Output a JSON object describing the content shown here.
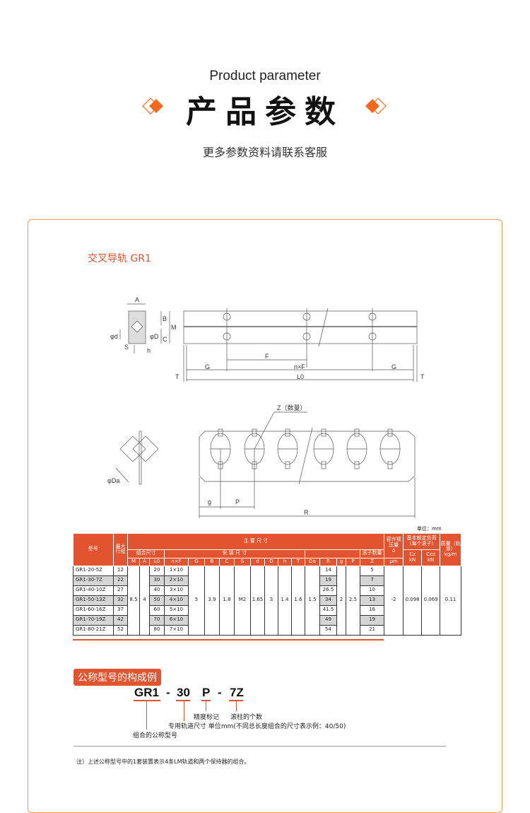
{
  "header": {
    "title_en": "Product parameter",
    "title_cn": "产品参数",
    "subtitle": "更多参数资料请联系客服"
  },
  "colors": {
    "accent": "#e2532f",
    "frame": "#f39a4e",
    "diamond": "#f26b1d"
  },
  "section": {
    "title": "交叉导轨 GR1"
  },
  "drawing1": {
    "labels": [
      "A",
      "B",
      "M",
      "C",
      "φd",
      "φD",
      "S",
      "h",
      "F",
      "G",
      "n×F",
      "G",
      "T",
      "L0",
      "T"
    ]
  },
  "drawing2": {
    "labels": {
      "z": "Z（数量）",
      "da": "φDa",
      "g": "g",
      "p": "P",
      "r": "R"
    }
  },
  "table": {
    "unit": "单位：mm",
    "headers": {
      "model": "型号",
      "stroke": "最大行程",
      "main": "主  要  尺  寸",
      "preload": "容许预压量",
      "preload_sym": "δ",
      "preload_unit": "μm",
      "load": "基本额定负荷（每个滚子）",
      "cz": "Cz",
      "coz": "Coz",
      "kn": "kN",
      "mass": "质量（轨道）",
      "mass_unit": "kg/m",
      "combo": "组合尺寸",
      "install": "安  装  尺  寸",
      "rollers": "滚子数量",
      "z": "Z",
      "cols": [
        "M",
        "A",
        "L0",
        "n×F",
        "G",
        "B",
        "C",
        "S",
        "d",
        "D",
        "h",
        "T",
        "Da",
        "R",
        "g",
        "P"
      ]
    },
    "shared": {
      "M": "8.5",
      "A": "4",
      "G": "5",
      "B": "3.9",
      "C": "1.8",
      "S": "M2",
      "d": "1.65",
      "D": "3",
      "h": "1.4",
      "T": "1.6",
      "Da": "1.5",
      "g": "2",
      "P": "2.5",
      "delta": "-2",
      "Cz": "0.098",
      "Coz": "0.069",
      "mass": "0.11"
    },
    "rows": [
      {
        "model": "GR1-20-5Z",
        "stroke": "12",
        "L0": "20",
        "nF": "1×10",
        "R": "14",
        "Z": "5"
      },
      {
        "model": "GR1-30-7Z",
        "stroke": "22",
        "L0": "30",
        "nF": "2×10",
        "R": "19",
        "Z": "7"
      },
      {
        "model": "GR1-40-10Z",
        "stroke": "27",
        "L0": "40",
        "nF": "3×10",
        "R": "26.5",
        "Z": "10"
      },
      {
        "model": "GR1-50-13Z",
        "stroke": "32",
        "L0": "50",
        "nF": "4×10",
        "R": "34",
        "Z": "13"
      },
      {
        "model": "GR1-60-16Z",
        "stroke": "37",
        "L0": "60",
        "nF": "5×10",
        "R": "41.5",
        "Z": "16"
      },
      {
        "model": "GR1-70-19Z",
        "stroke": "42",
        "L0": "70",
        "nF": "6×10",
        "R": "49",
        "Z": "19"
      },
      {
        "model": "GR1-80-21Z",
        "stroke": "52",
        "L0": "80",
        "nF": "7×10",
        "R": "54",
        "Z": "21"
      }
    ]
  },
  "example": {
    "title": "公称型号的构成例",
    "parts": [
      "GR1",
      "-",
      "30",
      "P",
      "-",
      "7Z"
    ],
    "labels": {
      "precision": "精度标记",
      "rollers": "滚柱的个数",
      "rail": "专用轨道尺寸  单位mm(不同总长度组合的尺寸表示例：40/50)",
      "model": "组合的公称型号"
    }
  },
  "note": "注）上述公称型号中的1套装置表示4条LM轨道和两个保持器的组合。"
}
